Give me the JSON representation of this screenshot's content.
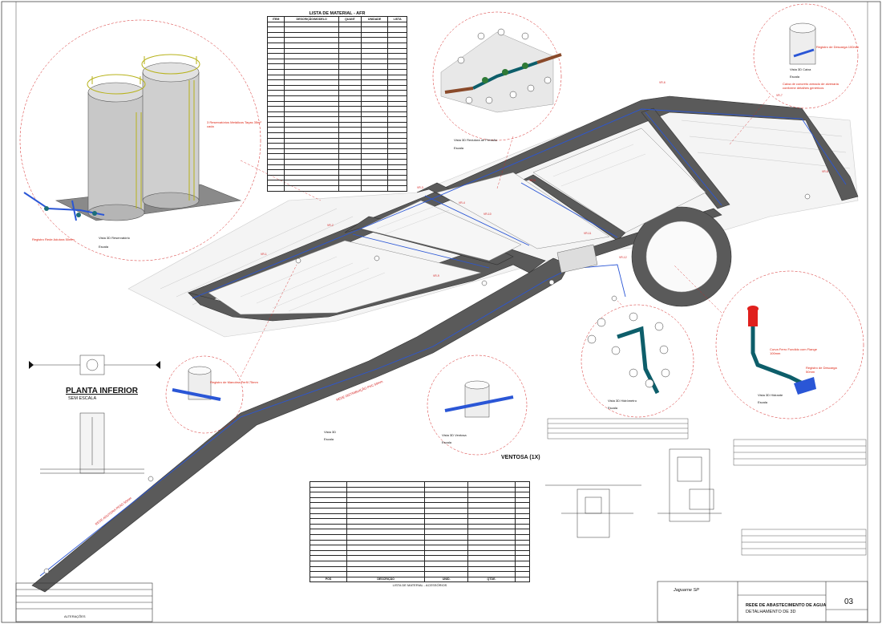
{
  "sheet_number": "03",
  "title_block": {
    "project": "REDE DE ABASTECIMENTO DE AGUA",
    "subtitle": "DETALHAMENTO DE 3D",
    "logo": "Jaguarne SP"
  },
  "top_table": {
    "title": "LISTA DE MATERIAL - AFR",
    "headers": [
      "ITEM",
      "DESCRIÇÃO/MODELO",
      "QUANT",
      "UNIDADE",
      "LISTA"
    ]
  },
  "bottom_table": {
    "title": "LISTA DE MATERIAL - ACESSÓRIOS",
    "footer": [
      "POS",
      "DESCRIÇÃO",
      "UNID.",
      "QTDE."
    ]
  },
  "views": {
    "reservoir": "Vista 3D Reservatório",
    "reservoir_scale": "Escala",
    "pressure_reg": "Vista 3D Redutora de Pressão",
    "pressure_reg_scale": "Escala",
    "valve_box": "Vista 3D Caixa",
    "valve_box_scale": "Escala",
    "hydrant": "Vista 3D Hidrante",
    "hydrant_scale": "Escala",
    "pipe_detail": "Vista 3D Hidrômetro",
    "pipe_detail_scale": "Escala",
    "ventosa_view": "Vista 3D Ventosa",
    "ventosa_scale": "Escala",
    "main_view": "Vista 3D",
    "main_scale": "Escala"
  },
  "labels": {
    "plan_title": "PLANTA INFERIOR",
    "plan_scale": "SEM ESCALA",
    "ventosa_title": "VENTOSA (1X)",
    "reg_descarga": "Registro de Descarga 100mm",
    "reg_manobra": "Registro de Manobra Perfil 75mm",
    "hydrant_curve": "Curva Ferro Fundido com Flange 100mm",
    "hydrant_reg": "Registro de Descarga 50mm",
    "feed_line": "Registro Rede Adutora 50mm",
    "tank_note": "3 Reservatórios Metálicos Taças 35m³ cada",
    "box_note": "Caixa de concreto armado de alvenaria conforme detalhes genéricos",
    "alterations": "ALTERAÇÕES"
  },
  "colors": {
    "road": "#555555",
    "pipe_blue": "#2a56d6",
    "annotation_red": "#d42020",
    "hydrant_red": "#e0201d"
  }
}
